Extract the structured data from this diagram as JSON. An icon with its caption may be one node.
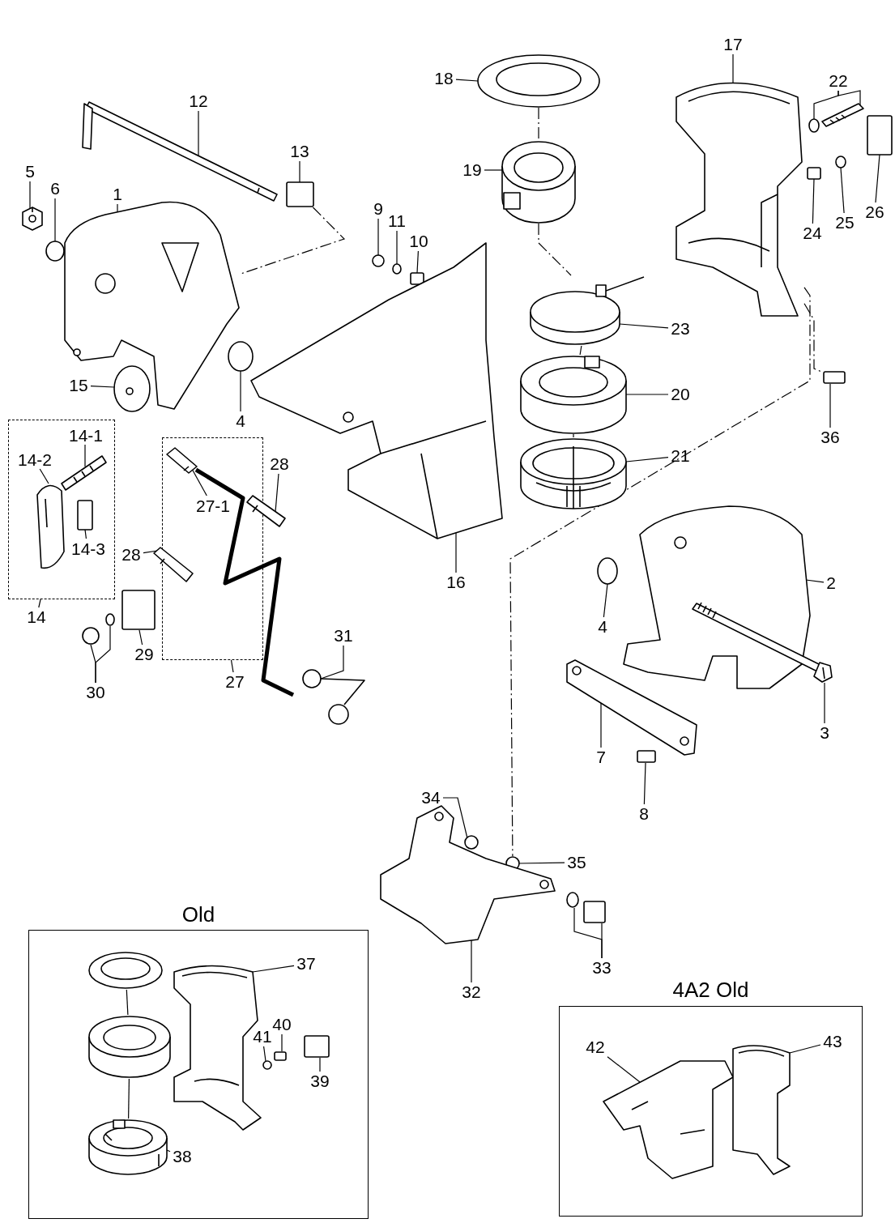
{
  "diagram": {
    "nodes": [
      {
        "text": [
          "17"
        ]
      },
      {
        "text": [
          "18"
        ]
      },
      {
        "text": [
          "22"
        ]
      },
      {
        "text": [
          "12"
        ]
      },
      {
        "text": [
          "13"
        ]
      },
      {
        "text": [
          "19"
        ]
      },
      {
        "text": [
          "5"
        ]
      },
      {
        "text": [
          "6"
        ]
      },
      {
        "text": [
          "1"
        ]
      },
      {
        "text": [
          "9"
        ]
      },
      {
        "text": [
          "11"
        ]
      },
      {
        "text": [
          "10"
        ]
      },
      {
        "text": [
          "26"
        ]
      },
      {
        "text": [
          "25"
        ]
      },
      {
        "text": [
          "24"
        ]
      },
      {
        "text": [
          "23"
        ]
      },
      {
        "text": [
          "15"
        ]
      },
      {
        "text": [
          "20"
        ]
      },
      {
        "text": [
          "4"
        ]
      },
      {
        "text": [
          "36"
        ]
      },
      {
        "text": [],
        "shape": "box"
      },
      {
        "text": [
          "14-1"
        ],
        "in": 20
      },
      {
        "text": [
          "14-2"
        ],
        "in": 20
      },
      {
        "text": [
          "14-3"
        ],
        "in": 20
      },
      {
        "text": [],
        "shape": "box"
      },
      {
        "text": [
          "27-1"
        ],
        "in": 24
      },
      {
        "text": [
          "28"
        ]
      },
      {
        "text": [
          "21"
        ]
      },
      {
        "text": [
          "28"
        ]
      },
      {
        "text": [
          "16"
        ]
      },
      {
        "text": [
          "2"
        ]
      },
      {
        "text": [
          "4"
        ]
      },
      {
        "text": [
          "14"
        ]
      },
      {
        "text": [
          "29"
        ]
      },
      {
        "text": [
          "31"
        ]
      },
      {
        "text": [
          "30"
        ]
      },
      {
        "text": [
          "27"
        ]
      },
      {
        "text": [
          "3"
        ]
      },
      {
        "text": [
          "7"
        ]
      },
      {
        "text": [
          "8"
        ]
      },
      {
        "text": [
          "34"
        ]
      },
      {
        "text": [
          "35"
        ]
      },
      {
        "text": [
          "Old"
        ]
      },
      {
        "text": [
          "37"
        ],
        "in": 42
      },
      {
        "text": [
          "41"
        ],
        "in": 42
      },
      {
        "text": [
          "40"
        ],
        "in": 42
      },
      {
        "text": [
          "39"
        ],
        "in": 42
      },
      {
        "text": [
          "38"
        ],
        "in": 42
      },
      {
        "text": [
          "33"
        ]
      },
      {
        "text": [
          "32"
        ]
      },
      {
        "text": [
          "4A2 Old"
        ]
      },
      {
        "text": [
          "42"
        ],
        "in": 50
      },
      {
        "text": [
          "43"
        ],
        "in": 50
      },
      {
        "text": [],
        "shape": "picture"
      },
      {
        "text": [],
        "shape": "picture"
      },
      {
        "text": [],
        "shape": "circle"
      },
      {
        "text": [],
        "shape": "picture"
      },
      {
        "text": [],
        "shape": "picture"
      },
      {
        "text": [],
        "shape": "box"
      },
      {
        "text": [],
        "shape": "picture"
      },
      {
        "text": [],
        "shape": "picture"
      },
      {
        "text": [],
        "shape": "circle"
      },
      {
        "text": [],
        "shape": "picture"
      },
      {
        "text": [],
        "shape": "circle"
      },
      {
        "text": [],
        "shape": "circle"
      },
      {
        "text": [],
        "shape": "box"
      },
      {
        "text": [],
        "shape": "box"
      },
      {
        "text": [],
        "shape": "circle"
      },
      {
        "text": [],
        "shape": "box"
      },
      {
        "text": [],
        "shape": "picture"
      },
      {
        "text": [],
        "shape": "picture"
      },
      {
        "text": [],
        "shape": "picture"
      },
      {
        "text": [],
        "shape": "circle"
      },
      {
        "text": [],
        "shape": "box"
      },
      {
        "text": [],
        "shape": "picture",
        "in": 20
      },
      {
        "text": [],
        "shape": "picture",
        "in": 20
      },
      {
        "text": [],
        "shape": "box",
        "in": 20
      },
      {
        "text": [],
        "shape": "picture"
      },
      {
        "text": [],
        "shape": "picture"
      },
      {
        "text": [],
        "shape": "picture",
        "in": 24
      },
      {
        "text": [],
        "shape": "picture"
      },
      {
        "text": [],
        "shape": "picture"
      },
      {
        "text": [],
        "shape": "picture"
      },
      {
        "text": [],
        "shape": "circle"
      },
      {
        "text": [],
        "shape": "box"
      },
      {
        "text": [],
        "shape": "circle"
      },
      {
        "text": [],
        "shape": "circle"
      },
      {
        "text": [],
        "shape": "picture"
      },
      {
        "text": [],
        "shape": "picture"
      },
      {
        "text": [],
        "shape": "picture"
      },
      {
        "text": [],
        "shape": "box"
      },
      {
        "text": [],
        "shape": "circle"
      },
      {
        "text": [],
        "shape": "circle"
      },
      {
        "text": [],
        "shape": "picture",
        "in": 42
      },
      {
        "text": [],
        "shape": "picture",
        "in": 42
      },
      {
        "text": [],
        "shape": "picture",
        "in": 42
      },
      {
        "text": [],
        "shape": "circle",
        "in": 42
      },
      {
        "text": [],
        "shape": "box",
        "in": 42
      },
      {
        "text": [],
        "shape": "box",
        "in": 42
      },
      {
        "text": [],
        "shape": "picture",
        "in": 42
      },
      {
        "text": [],
        "shape": "circle"
      },
      {
        "text": [],
        "shape": "box"
      },
      {
        "text": [],
        "shape": "picture"
      },
      {
        "text": [],
        "shape": "picture",
        "in": 50
      },
      {
        "text": [],
        "shape": "picture",
        "in": 50
      }
    ],
    "edges": [
      {
        "from": 0,
        "to": 53,
        "arrow": "none"
      },
      {
        "from": 1,
        "to": 54,
        "arrow": "none"
      },
      {
        "from": 2,
        "to": 55,
        "arrow": "none"
      },
      {
        "from": 2,
        "to": 56,
        "arrow": "none"
      },
      {
        "from": 3,
        "to": 57,
        "arrow": "none"
      },
      {
        "from": 4,
        "to": 58,
        "arrow": "none"
      },
      {
        "from": 5,
        "to": 59,
        "arrow": "none"
      },
      {
        "from": 6,
        "to": 60,
        "arrow": "none"
      },
      {
        "from": 7,
        "to": 61,
        "arrow": "none"
      },
      {
        "from": 8,
        "to": 62,
        "arrow": "none"
      },
      {
        "from": 9,
        "to": 63,
        "arrow": "none"
      },
      {
        "from": 10,
        "to": 64,
        "arrow": "none"
      },
      {
        "from": 11,
        "to": 65,
        "arrow": "none"
      },
      {
        "from": 12,
        "to": 66,
        "arrow": "none"
      },
      {
        "from": 13,
        "to": 67,
        "arrow": "none"
      },
      {
        "from": 14,
        "to": 68,
        "arrow": "none"
      },
      {
        "from": 15,
        "to": 69,
        "arrow": "none"
      },
      {
        "from": 16,
        "to": 70,
        "arrow": "none"
      },
      {
        "from": 17,
        "to": 71,
        "arrow": "none"
      },
      {
        "from": 18,
        "to": 72,
        "arrow": "none"
      },
      {
        "from": 19,
        "to": 73,
        "arrow": "none"
      },
      {
        "from": 21,
        "to": 74,
        "arrow": "none"
      },
      {
        "from": 22,
        "to": 75,
        "arrow": "none"
      },
      {
        "from": 23,
        "to": 76,
        "arrow": "none"
      },
      {
        "from": 26,
        "to": 77,
        "arrow": "none"
      },
      {
        "from": 27,
        "to": 78,
        "arrow": "none"
      },
      {
        "from": 25,
        "to": 79,
        "arrow": "none"
      },
      {
        "from": 28,
        "to": 80,
        "arrow": "none"
      },
      {
        "from": 29,
        "to": 81,
        "arrow": "none"
      },
      {
        "from": 30,
        "to": 82,
        "arrow": "none"
      },
      {
        "from": 31,
        "to": 83,
        "arrow": "none"
      },
      {
        "from": 32,
        "to": 20,
        "arrow": "none"
      },
      {
        "from": 33,
        "to": 84,
        "arrow": "none"
      },
      {
        "from": 35,
        "to": 85,
        "arrow": "none"
      },
      {
        "from": 35,
        "to": 86,
        "arrow": "none"
      },
      {
        "from": 34,
        "to": 87,
        "arrow": "none"
      },
      {
        "from": 36,
        "to": 24,
        "arrow": "none"
      },
      {
        "from": 37,
        "to": 88,
        "arrow": "none"
      },
      {
        "from": 38,
        "to": 89,
        "arrow": "none"
      },
      {
        "from": 39,
        "to": 90,
        "arrow": "none"
      },
      {
        "from": 40,
        "to": 91,
        "arrow": "none"
      },
      {
        "from": 41,
        "to": 92,
        "arrow": "none"
      },
      {
        "from": 48,
        "to": 100,
        "arrow": "none"
      },
      {
        "from": 48,
        "to": 101,
        "arrow": "none"
      },
      {
        "from": 49,
        "to": 102,
        "arrow": "none"
      },
      {
        "from": 43,
        "to": 95,
        "arrow": "none"
      },
      {
        "from": 44,
        "to": 96,
        "arrow": "none"
      },
      {
        "from": 45,
        "to": 97,
        "arrow": "none"
      },
      {
        "from": 46,
        "to": 98,
        "arrow": "none"
      },
      {
        "from": 47,
        "to": 99,
        "arrow": "none"
      },
      {
        "from": 51,
        "to": 103,
        "arrow": "none"
      },
      {
        "from": 52,
        "to": 104,
        "arrow": "none"
      },
      {
        "from": 54,
        "to": 59,
        "arrow": "none",
        "style": "dashed"
      },
      {
        "from": 59,
        "to": 69,
        "arrow": "none",
        "style": "dashed"
      },
      {
        "from": 69,
        "to": 71,
        "arrow": "none",
        "style": "dashed"
      },
      {
        "from": 71,
        "to": 78,
        "arrow": "none",
        "style": "dashed"
      },
      {
        "from": 58,
        "to": 62,
        "arrow": "none",
        "style": "dashed"
      },
      {
        "from": 53,
        "to": 73,
        "arrow": "none",
        "style": "dashed"
      },
      {
        "from": 53,
        "to": 92,
        "arrow": "none",
        "style": "dashed"
      },
      {
        "from": 93,
        "to": 94,
        "arrow": "none"
      },
      {
        "from": 94,
        "to": 99,
        "arrow": "none"
      }
    ]
  }
}
